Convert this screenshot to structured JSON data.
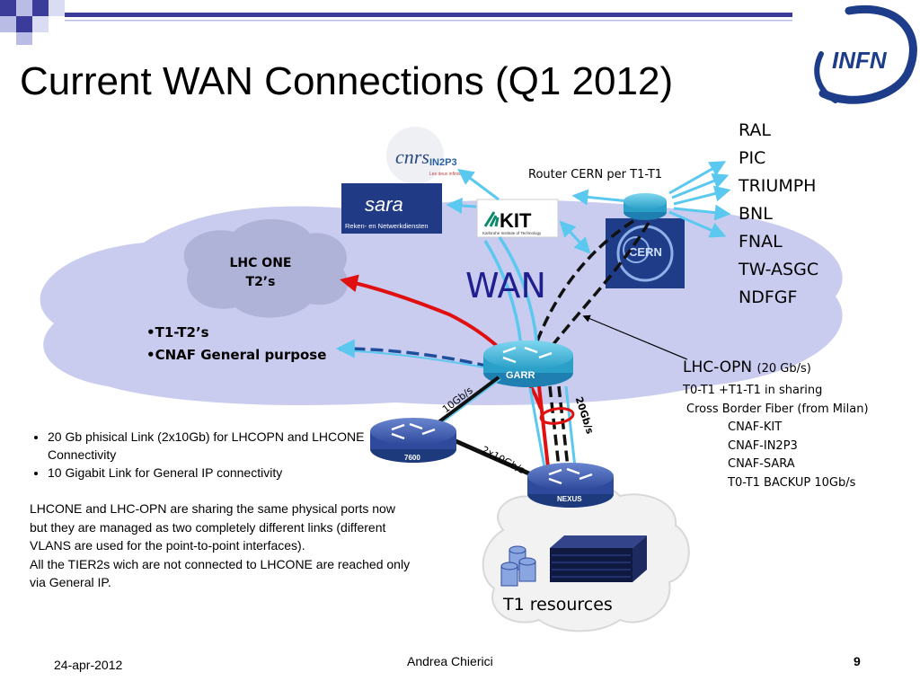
{
  "slide": {
    "title": "Current WAN Connections (Q1 2012)",
    "logo_text": "INFN"
  },
  "t1_sites": [
    "RAL",
    "PIC",
    "TRIUMPH",
    "BNL",
    "FNAL",
    "TW-ASGC",
    "NDFGF"
  ],
  "diagram": {
    "router_cern_label": "Router CERN per T1-T1",
    "lhc_one": [
      "LHC ONE",
      "T2’s"
    ],
    "wan_label": "WAN",
    "bullets": [
      "•T1-T2’s",
      "•CNAF General purpose"
    ],
    "garr_label": "GARR",
    "router_7600_label": "7600",
    "nexus_label": "NEXUS",
    "link_10g": "10Gb/s",
    "link_2x10g": "2x10Gb/s",
    "link_20g": "20Gb/s",
    "t1_resources": "T1 resources",
    "logos": {
      "cnrs": "cnrs",
      "in2p3": "IN2P3",
      "in2p3_sub": "Les deux infinis",
      "sara": "sara",
      "sara_sub": "Reken- en Netwerkdiensten",
      "kit": "KIT",
      "kit_sub": "Karlsruhe Institute of Technology",
      "cern": "CERN"
    }
  },
  "lhc_opn": {
    "title": "LHC-OPN",
    "speed": "(20 Gb/s)",
    "lines": [
      "T0-T1 +T1-T1 in sharing",
      "Cross Border Fiber (from Milan)",
      "CNAF-KIT",
      "CNAF-IN2P3",
      "CNAF-SARA",
      "T0-T1 BACKUP 10Gb/s"
    ]
  },
  "left_text": {
    "bullets": [
      "20 Gb phisical Link (2x10Gb) for LHCOPN and LHCONE Connectivity",
      "10 Gigabit Link for General IP connectivity"
    ],
    "paragraph": [
      "LHCONE and LHC-OPN are sharing the same physical ports now but they are managed as two completely different links  (different VLANS are used for the point-to-point interfaces).",
      "All the TIER2s wich are not connected to LHCONE are reached only via General IP."
    ]
  },
  "footer": {
    "date": "24-apr-2012",
    "author": "Andrea Chierici",
    "page": "9"
  },
  "colors": {
    "title_bar": "#3b3b9a",
    "wan_cloud": "#c9cbef",
    "lhcone_cloud": "#b0b3d8",
    "router_blue": "#2f4a9c",
    "garr_cyan": "#2aa0c8",
    "red_link": "#e01010",
    "light_arrow": "#5bc8ef"
  }
}
